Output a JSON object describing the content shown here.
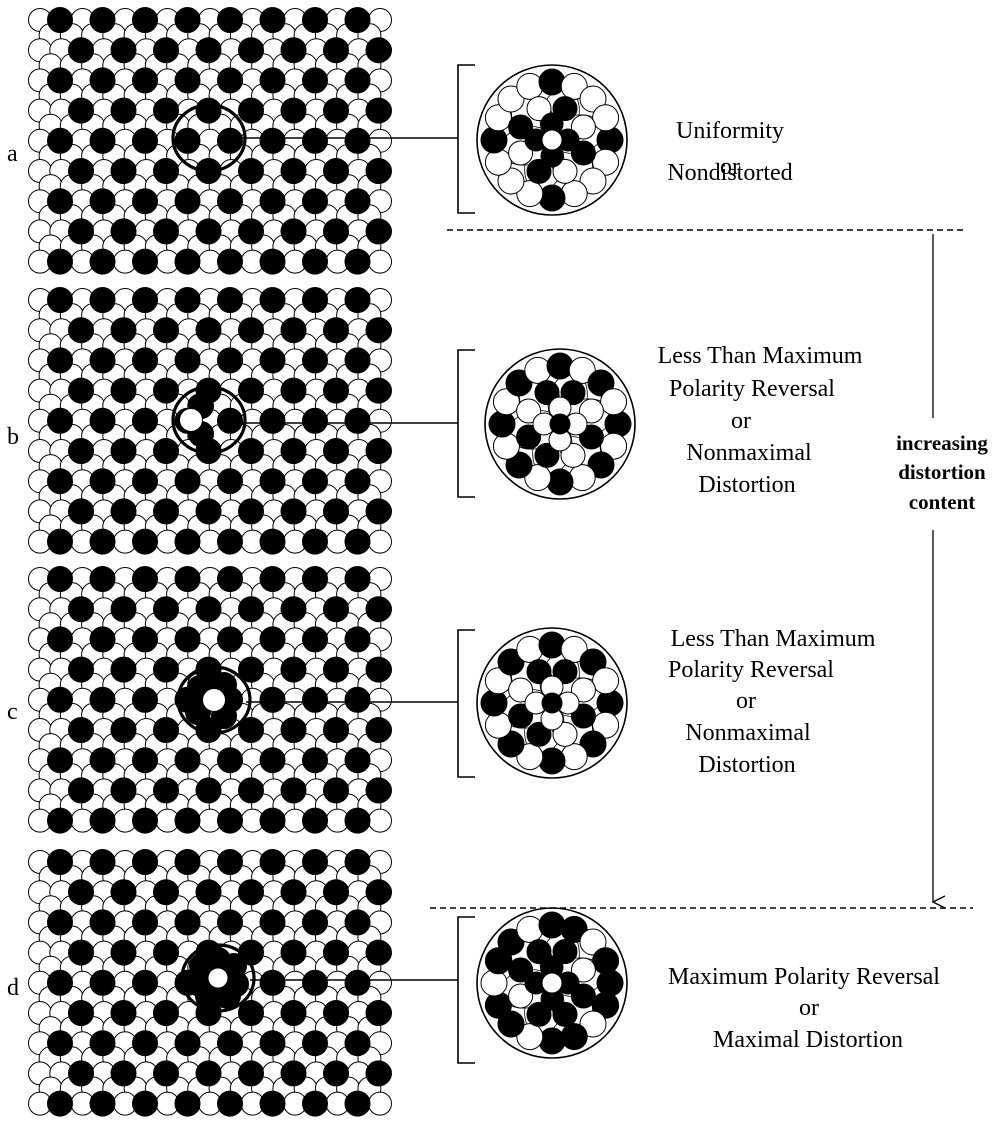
{
  "colors": {
    "filled": "#000000",
    "open": "#ffffff",
    "stroke": "#000000",
    "background": "#ffffff"
  },
  "panels": [
    {
      "letter": "a",
      "label_lines": [
        "Uniformity",
        "or",
        "Nondistorted"
      ],
      "defect": "none"
    },
    {
      "letter": "b",
      "label_lines": [
        "Less Than Maximum",
        "Polarity Reversal",
        "or",
        "Nonmaximal",
        "Distortion"
      ],
      "defect": "partial"
    },
    {
      "letter": "c",
      "label_lines": [
        "Less Than Maximum",
        "Polarity Reversal",
        "or",
        "Nonmaximal",
        "Distortion"
      ],
      "defect": "partial"
    },
    {
      "letter": "d",
      "label_lines": [
        "Maximum Polarity Reversal",
        "or",
        "Maximal Distortion"
      ],
      "defect": "maximal"
    }
  ],
  "side_label": {
    "lines": [
      "increasing",
      "distortion",
      "content"
    ]
  }
}
